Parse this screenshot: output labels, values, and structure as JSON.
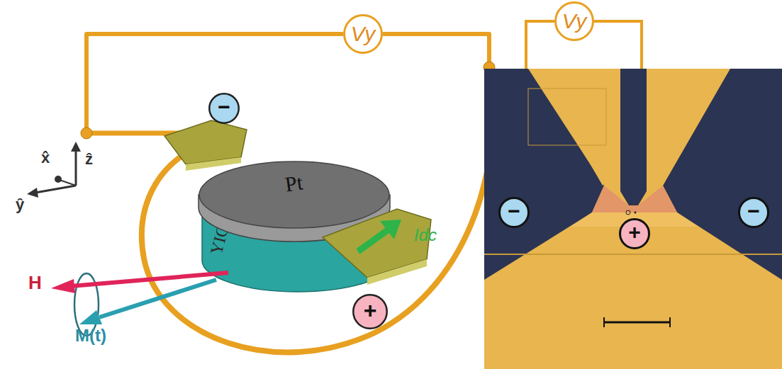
{
  "diagram": {
    "nodes": [
      {
        "text": [
          "Vy"
        ]
      },
      {
        "text": [
          "−"
        ]
      },
      {
        "text": [
          "YIG"
        ]
      },
      {
        "text": [
          "Pt"
        ]
      },
      {
        "text": [
          "+"
        ]
      },
      {
        "text": [
          "Vy"
        ]
      },
      {
        "text": [
          "−"
        ]
      },
      {
        "text": [
          "+"
        ]
      },
      {
        "text": [
          "−"
        ]
      }
    ],
    "labels": [
      "x̂",
      "ẑ",
      "ŷ",
      "H",
      "M(t)",
      "Idc"
    ]
  }
}
